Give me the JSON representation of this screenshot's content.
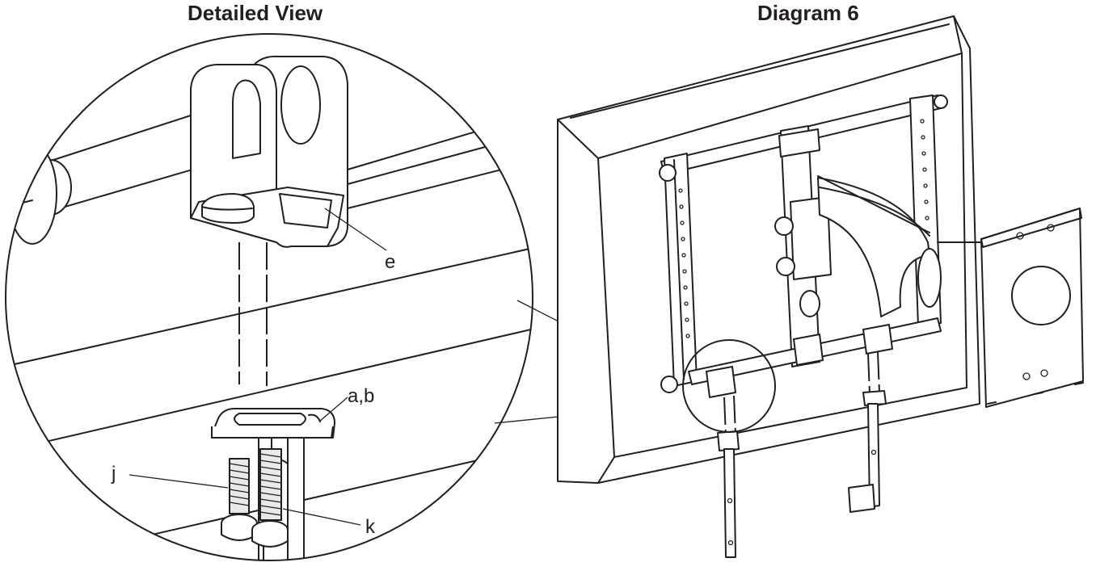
{
  "titles": {
    "detail_view": "Detailed View",
    "diagram": "Diagram 6"
  },
  "callouts": {
    "e": "e",
    "ab": "a,b",
    "j": "j",
    "k": "k"
  },
  "colors": {
    "line": "#231f20",
    "background": "#ffffff",
    "shade": "#e9e9e9"
  }
}
